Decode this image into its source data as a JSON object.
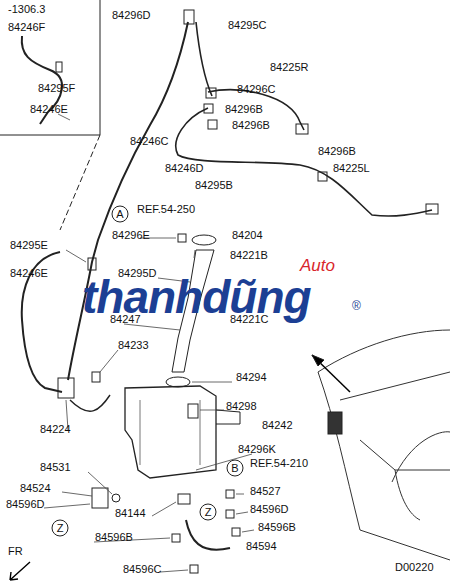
{
  "diagram": {
    "nodes": [
      {
        "text": [
          "A"
        ]
      },
      {
        "text": [
          "B"
        ]
      },
      {
        "text": [
          "Z"
        ]
      },
      {
        "text": [
          "Z"
        ]
      }
    ],
    "labels": [
      "-1306.3",
      "84246F",
      "84295F",
      "84246E",
      "84296D",
      "84295C",
      "84225R",
      "84296C",
      "84296B",
      "84296B",
      "84246C",
      "84246D",
      "84295B",
      "84296B",
      "84225L",
      "REF.54-250",
      "84296E",
      "84204",
      "84295E",
      "84221B",
      "84246E",
      "84295D",
      "84247",
      "84221C",
      "84233",
      "84294",
      "84224",
      "84298",
      "84242",
      "84296K",
      "REF.54-210",
      "84531",
      "84527",
      "84524",
      "84596D",
      "84144",
      "84596D",
      "84596B",
      "84596B",
      "84594",
      "84596C",
      "FR",
      "D00220",
      "thanhdũng",
      "Auto",
      "®"
    ]
  }
}
